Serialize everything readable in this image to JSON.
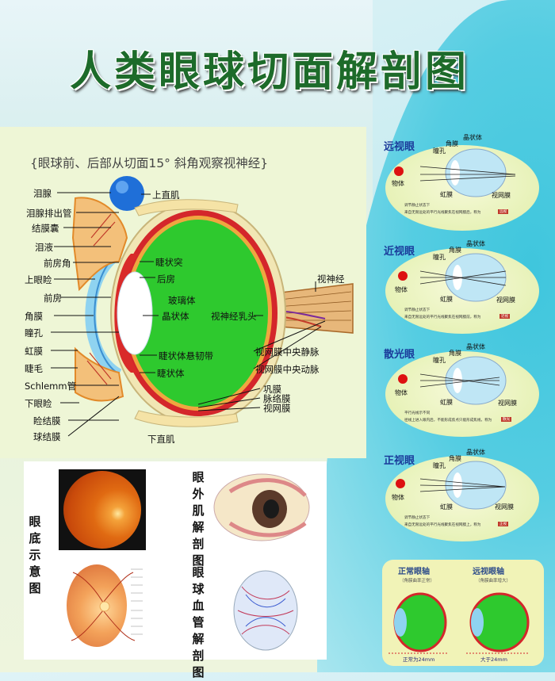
{
  "title": "人类眼球切面解剖图",
  "subtitle": "{眼球前、后部从切面15° 斜角观察视神经}",
  "labels": {
    "lacrimal_gland": "泪腺",
    "lacrimal_duct": "泪腺排出管",
    "conjunctival_sac": "结膜囊",
    "tears": "泪液",
    "anterior_angle": "前房角",
    "upper_eyelid": "上眼睑",
    "anterior_chamber": "前房",
    "cornea": "角膜",
    "pupil": "瞳孔",
    "iris": "虹膜",
    "eyelash": "睫毛",
    "schlemm": "Schlemm管",
    "lower_eyelid": "下眼睑",
    "palpebral_conj": "睑结膜",
    "bulbar_conj": "球结膜",
    "superior_rectus": "上直肌",
    "inferior_rectus": "下直肌",
    "ciliary_process": "睫状突",
    "posterior_chamber": "后房",
    "vitreous": "玻璃体",
    "lens": "晶状体",
    "zonule": "睫状体悬韧带",
    "ciliary_body": "睫状体",
    "optic_papilla": "视神经乳头",
    "optic_nerve": "视神经",
    "central_vein": "视网膜中央静脉",
    "central_artery": "视网膜中央动脉",
    "sclera": "巩膜",
    "choroid": "脉络膜",
    "retina": "视网膜"
  },
  "bottom": {
    "fundus_title": "眼底示意图",
    "muscle_title": "眼外肌解剖图",
    "vessel_title": "眼球血管解剖图"
  },
  "vision_cards": [
    {
      "title": "远视眼",
      "object": "物体",
      "lens": "晶状体",
      "pupil": "瞳孔",
      "iris": "虹膜",
      "cornea": "角膜",
      "retina": "视网膜",
      "cap1": "调节静止状态下",
      "cap2": "来自无限远处的平行光线聚焦在视网膜后，称为",
      "badge": "远视"
    },
    {
      "title": "近视眼",
      "object": "物体",
      "lens": "晶状体",
      "pupil": "瞳孔",
      "iris": "虹膜",
      "cornea": "角膜",
      "retina": "视网膜",
      "cap1": "调节静止状态下",
      "cap2": "来自无限远处的平行光线聚焦在视网膜前，称为",
      "badge": "近视"
    },
    {
      "title": "散光眼",
      "object": "物体",
      "lens": "晶状体",
      "pupil": "瞳孔",
      "iris": "虹膜",
      "cornea": "角膜",
      "retina": "视网膜",
      "cap1": "平行光线示不同",
      "cap2": "径线上进入眼内后，不能形成焦点只能形成焦线，称为",
      "badge": "散光"
    },
    {
      "title": "正视眼",
      "object": "物体",
      "lens": "晶状体",
      "pupil": "瞳孔",
      "iris": "虹膜",
      "cornea": "角膜",
      "retina": "视网膜",
      "cap1": "调节静止状态下",
      "cap2": "来自无限远处的平行光线聚焦在视网膜上，称为",
      "badge": "正视"
    }
  ],
  "acc": {
    "left_title": "正常眼轴",
    "right_title": "远视眼轴",
    "left_sub": "（角膜曲率正常）",
    "right_sub": "（角膜曲率增大）",
    "left_foot": "正常为24mm",
    "right_foot": "大于24mm"
  },
  "colors": {
    "title_green": "#1d6b2a",
    "vitreous_green": "#2ec92e",
    "sclera_red": "#d4262b",
    "card_title_blue": "#1a3a9a"
  }
}
